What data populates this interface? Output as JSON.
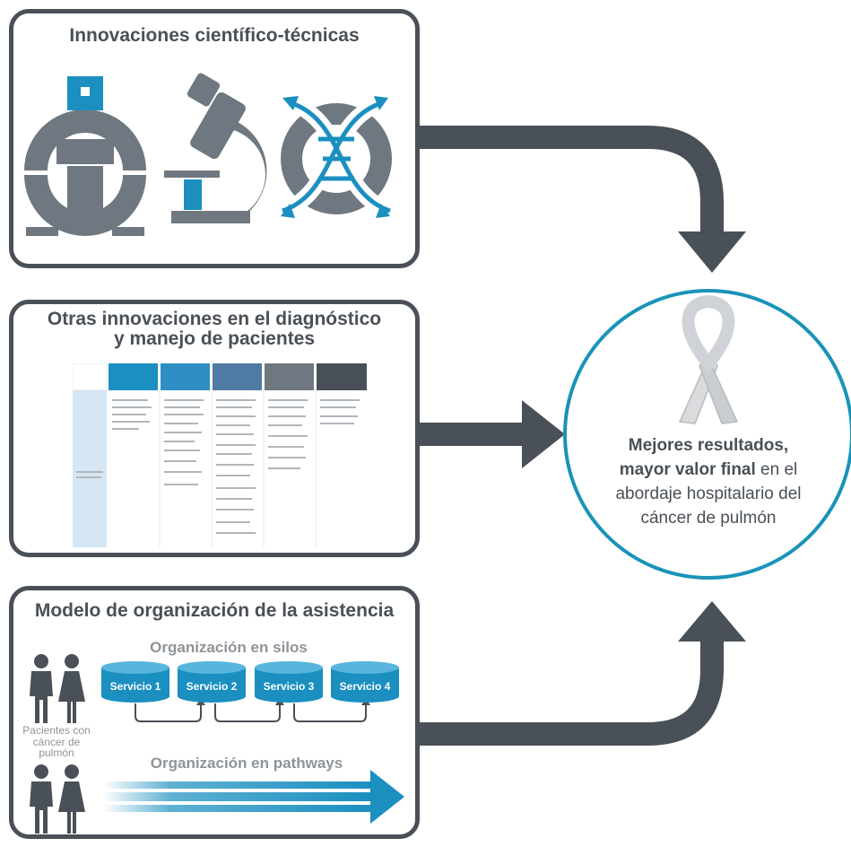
{
  "panels": {
    "innovations": {
      "title": "Innovaciones científico-técnicas"
    },
    "other": {
      "title_line1": "Otras innovaciones en el diagnóstico",
      "title_line2": "y manejo de pacientes"
    },
    "organization": {
      "title": "Modelo de organización de la asistencia",
      "silos_label": "Organización en silos",
      "services": [
        "Servicio 1",
        "Servicio 2",
        "Servicio 3",
        "Servicio 4"
      ],
      "patients_label_line1": "Pacientes con",
      "patients_label_line2": "cáncer de",
      "patients_label_line3": "pulmón",
      "pathways_label": "Organización en pathways"
    }
  },
  "outcome": {
    "bold_line1": "Mejores resultados,",
    "bold_line2": "mayor valor final",
    "rest_line2": " en el",
    "line3": "abordaje hospitalario del",
    "line4": "cáncer de pulmón"
  },
  "colors": {
    "dark_gray": "#4a5057",
    "mid_gray": "#7a838b",
    "light_gray": "#8e949a",
    "accent_blue": "#1a8fc0",
    "circle_border": "#1a93b9"
  },
  "icons": [
    "mri-scanner-icon",
    "microscope-icon",
    "dna-icon",
    "awareness-ribbon-icon",
    "person-male-icon",
    "person-female-icon"
  ]
}
